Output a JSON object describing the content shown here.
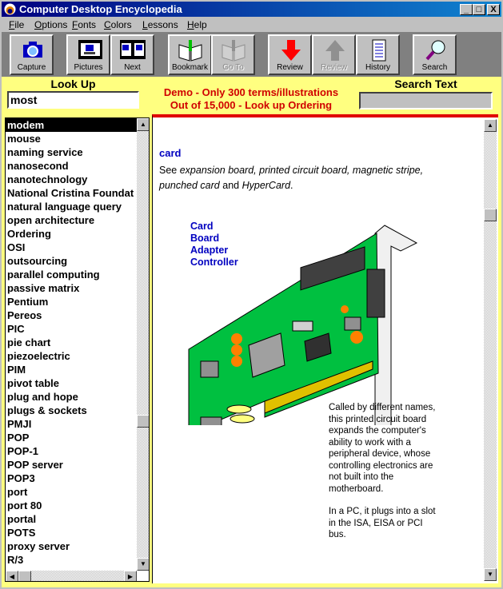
{
  "window": {
    "title": "Computer Desktop Encyclopedia",
    "controls": [
      "_",
      "□",
      "X"
    ]
  },
  "menu": [
    "File",
    "Options",
    "Fonts",
    "Colors",
    "Lessons",
    "Help"
  ],
  "toolbar": [
    {
      "label": "Capture",
      "icon": "camera-icon",
      "enabled": true
    },
    {
      "label": "Pictures",
      "icon": "filmstrip-icon",
      "enabled": true
    },
    {
      "label": "Next",
      "icon": "filmstrip-double-icon",
      "enabled": true
    },
    {
      "label": "Bookmark",
      "icon": "book-icon",
      "enabled": true
    },
    {
      "label": "Go To",
      "icon": "book-goto-icon",
      "enabled": false
    },
    {
      "label": "Review",
      "icon": "arrow-down-icon",
      "enabled": true
    },
    {
      "label": "Review",
      "icon": "arrow-up-icon",
      "enabled": false
    },
    {
      "label": "History",
      "icon": "list-icon",
      "enabled": true
    },
    {
      "label": "Search",
      "icon": "magnifier-icon",
      "enabled": true
    }
  ],
  "lookup": {
    "label": "Look Up",
    "value": "most"
  },
  "search": {
    "label": "Search Text",
    "value": ""
  },
  "demo": {
    "line1": "Demo - Only 300 terms/illustrations",
    "line2": "Out of 15,000 - Look up Ordering"
  },
  "terms": [
    "modem",
    "mouse",
    "naming service",
    "nanosecond",
    "nanotechnology",
    "National Cristina Foundat",
    "natural language query",
    "open architecture",
    "Ordering",
    "OSI",
    "outsourcing",
    "parallel computing",
    "passive matrix",
    "Pentium",
    "Pereos",
    "PIC",
    "pie chart",
    "piezoelectric",
    "PIM",
    "pivot table",
    "plug and hope",
    "plugs & sockets",
    "PMJI",
    "POP",
    "POP-1",
    "POP server",
    "POP3",
    "port",
    "port 80",
    "portal",
    "POTS",
    "proxy server",
    "R/3"
  ],
  "selected_term": "modem",
  "entry": {
    "term": "card",
    "see": "See",
    "ref1": "expansion board, printed circuit board, magnetic stripe,",
    "ref2": "punched card",
    "and": "and",
    "ref3": "HyperCard",
    "period": ".",
    "synonyms": [
      "Card",
      "Board",
      "Adapter",
      "Controller"
    ],
    "caption1": "Called by different names, this printed circuit board expands the computer's ability to work with a peripheral device, whose controlling electronics are not built into the motherboard.",
    "caption2": "In a PC, it plugs into a slot in the ISA, EISA or PCI bus."
  },
  "colors": {
    "accent": "#d00000",
    "link": "#0000c0",
    "background": "#ffff80",
    "board": "#00c040"
  }
}
